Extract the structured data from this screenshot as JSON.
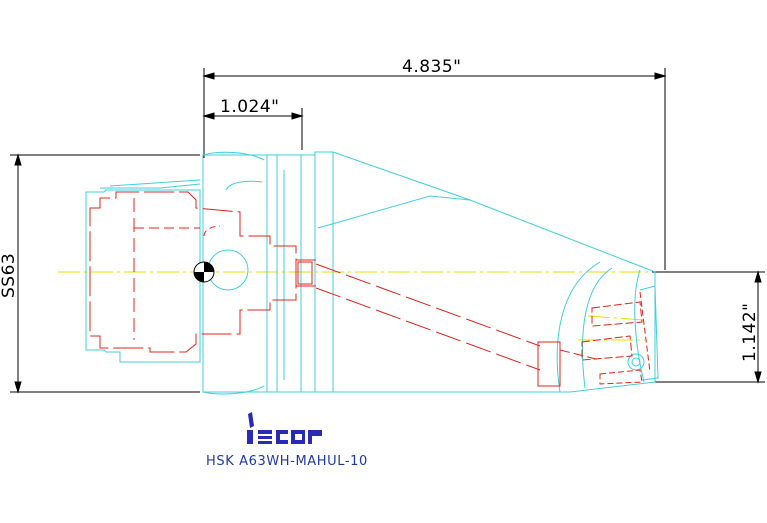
{
  "dimensions": {
    "overall_length": "4.835\"",
    "shank_length": "1.024\"",
    "taper_size": "SS63",
    "offset": "1.142\""
  },
  "part_number": "HSK A63WH-MAHUL-10",
  "brand_logo": "iscar",
  "colors": {
    "body_outline": "#3fd0dc",
    "hidden_lines": "#e0241c",
    "centerline": "#e8e000",
    "dimension_lines": "#000000",
    "label": "#1f3aa6"
  }
}
